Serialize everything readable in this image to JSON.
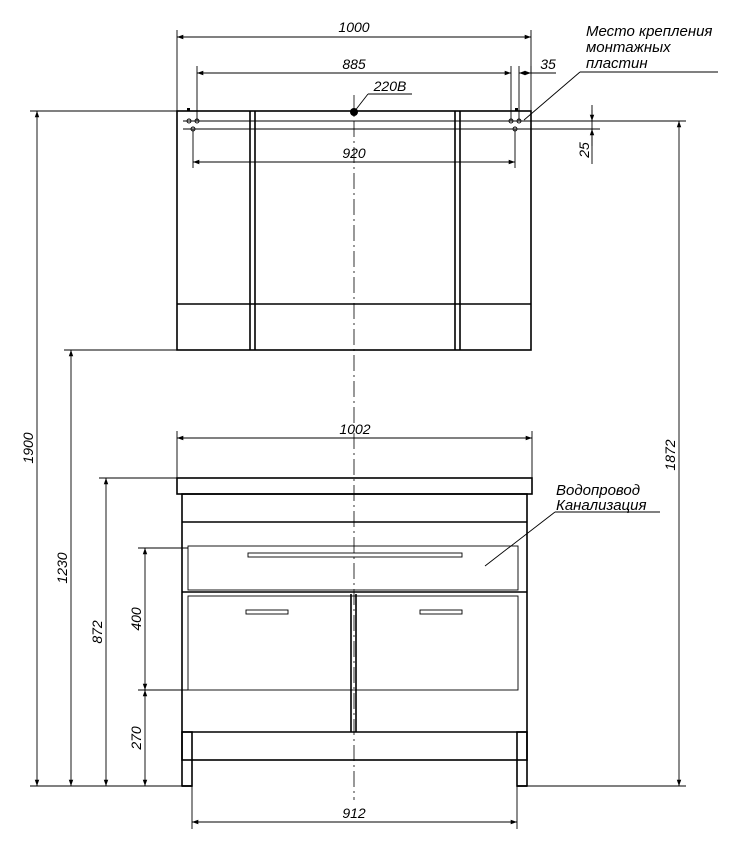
{
  "dimensions": {
    "mirror_width": "1000",
    "mount_span": "885",
    "mount_offset": "35",
    "mount_inner": "920",
    "mount_vertical": "25",
    "socket_voltage": "220В",
    "total_height": "1900",
    "mirror_bottom_height": "1230",
    "mirror_top_height": "1872",
    "cabinet_top_width": "1002",
    "cabinet_height": "872",
    "utility_zone_height": "400",
    "utility_zone_offset": "270",
    "cabinet_base_width": "912"
  },
  "notes": {
    "mount_plates_line1": "Место крепления",
    "mount_plates_line2": "монтажных",
    "mount_plates_line3": "пластин",
    "utilities_line1": "Водопровод",
    "utilities_line2": "Канализация"
  }
}
